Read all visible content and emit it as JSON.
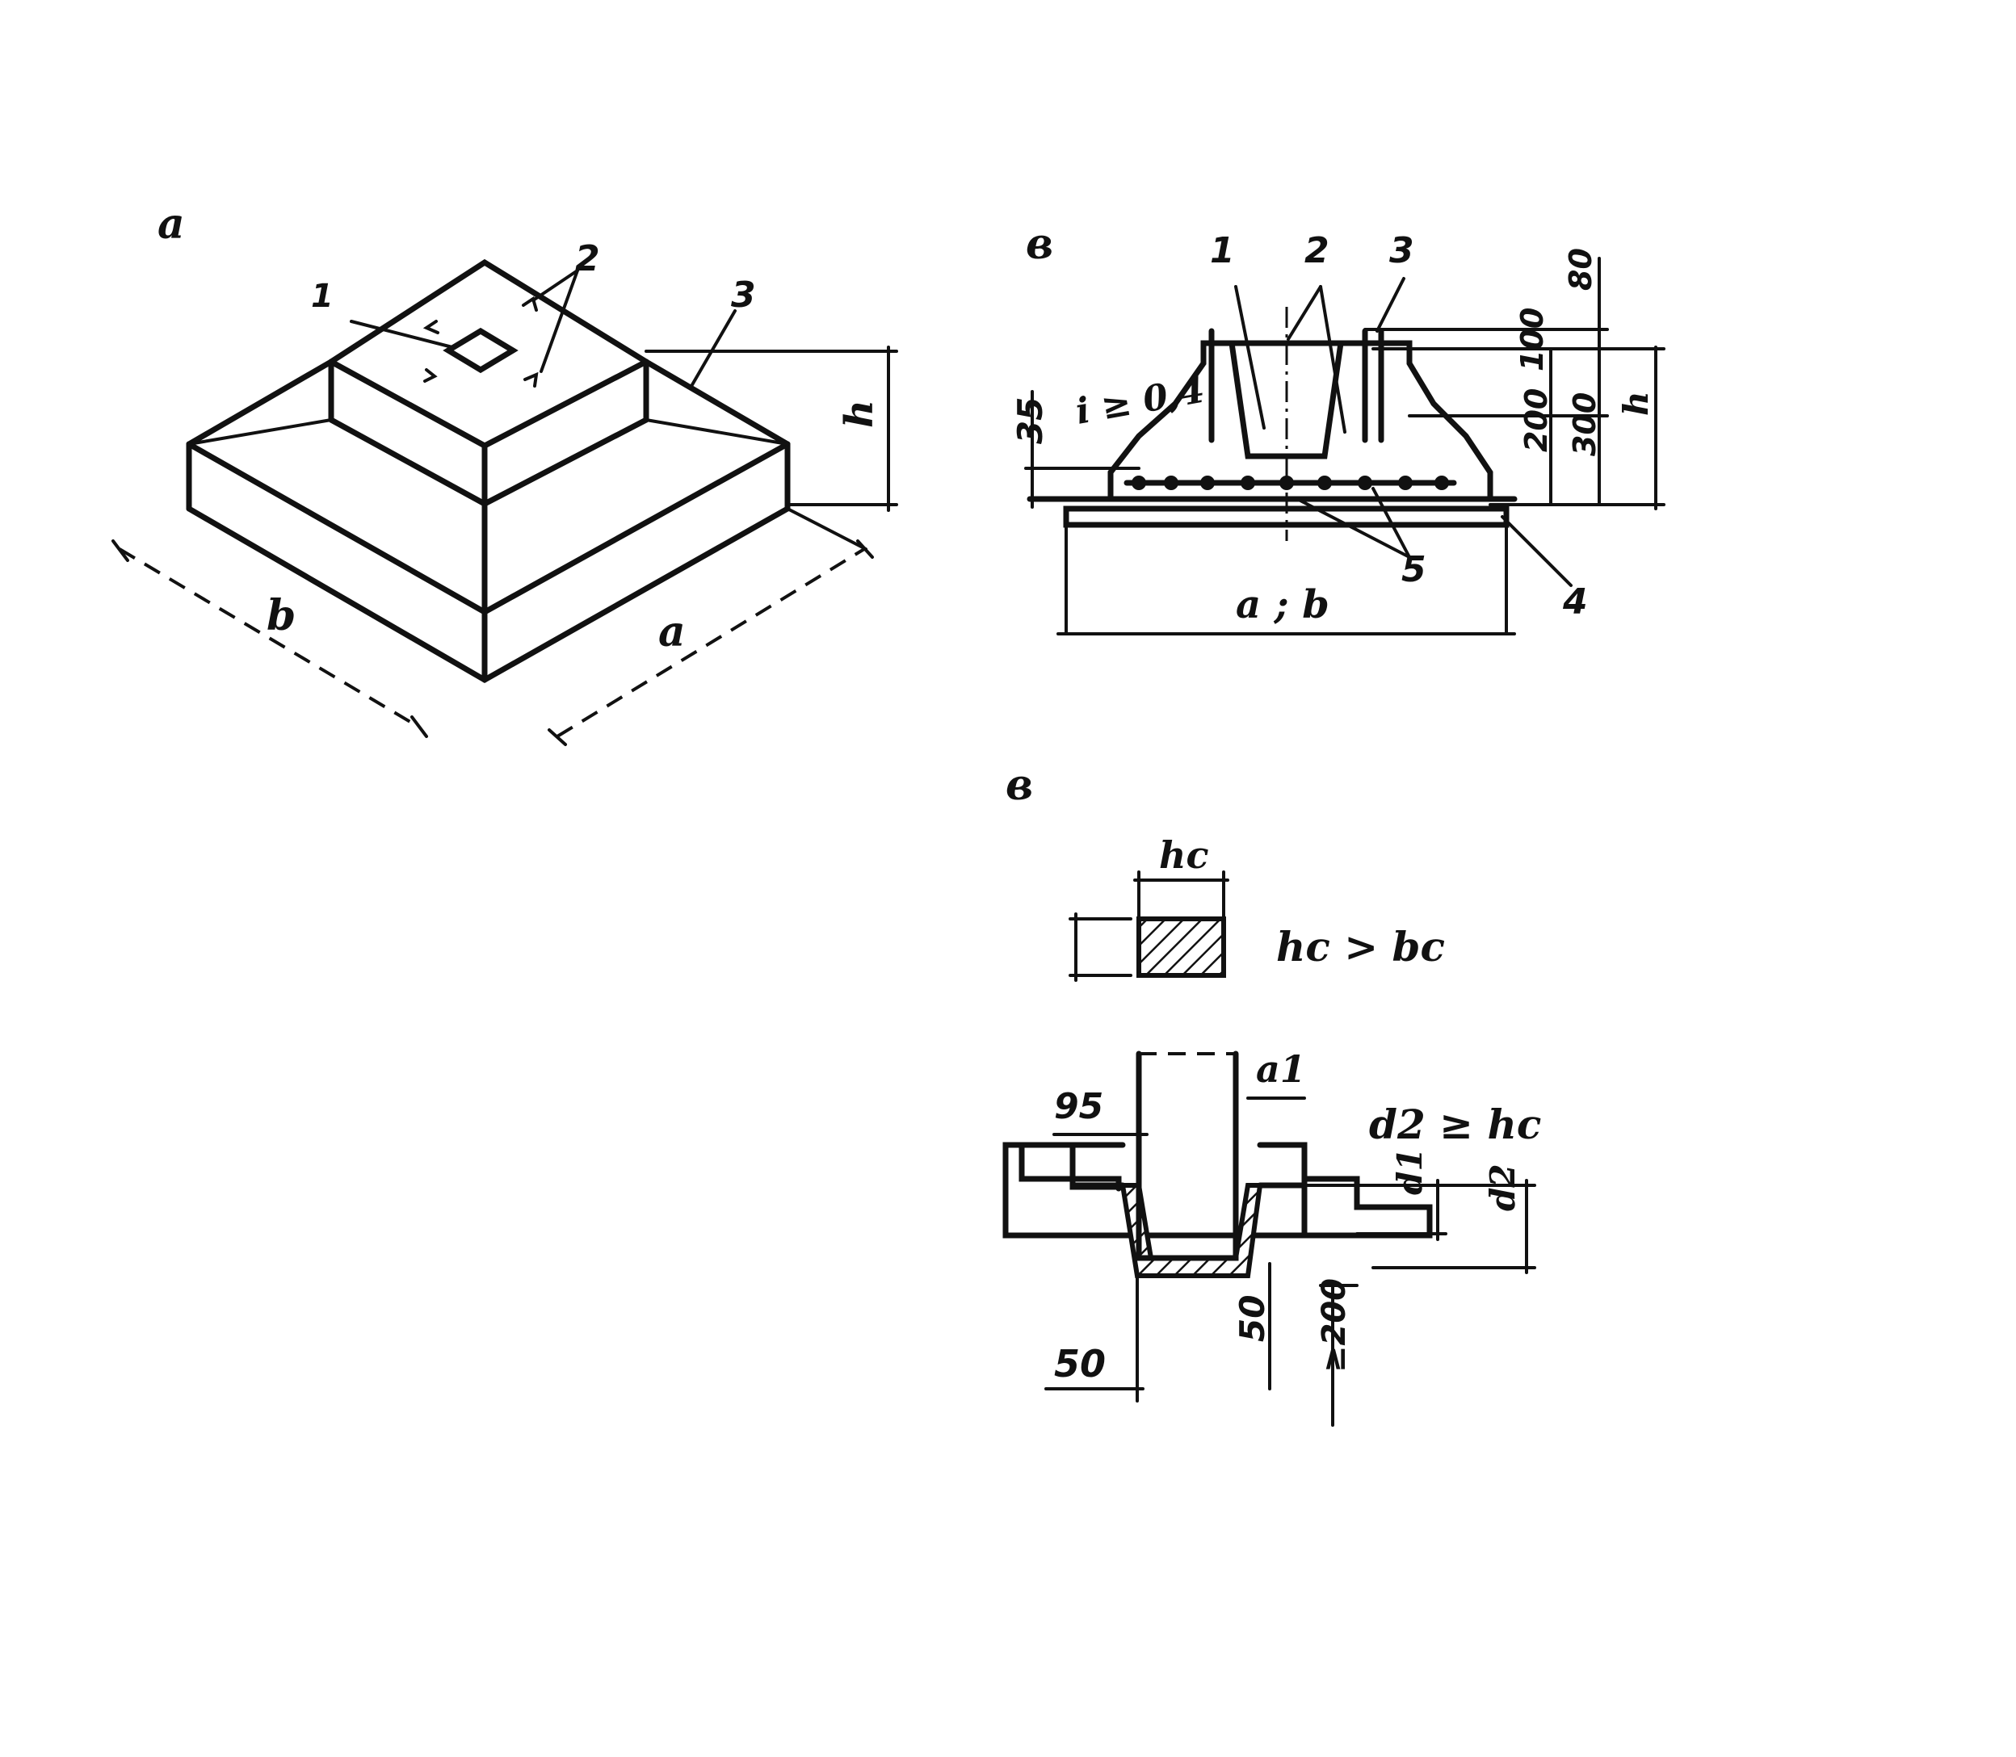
{
  "figure": {
    "panel_a": {
      "label": "a",
      "callouts": [
        "1",
        "2",
        "3"
      ],
      "dim_h": "h",
      "dim_b": "b",
      "dim_a": "a"
    },
    "panel_b": {
      "label": "в",
      "callouts": [
        "1",
        "2",
        "3",
        "4",
        "5"
      ],
      "slope": "i ≥ 0,4",
      "dim_35": "35",
      "dim_80": "80",
      "dim_100": "100",
      "dim_200": "200",
      "dim_300": "300",
      "dim_h": "h",
      "dim_ab": "a ; b"
    },
    "panel_c": {
      "label": "в",
      "dim_hc": "hc",
      "condition_1": "hc > bc",
      "dim_95": "95",
      "dim_a1": "a1",
      "condition_2": "d2 ≥ hc",
      "dim_d1": "d1",
      "dim_d2": "d2",
      "dim_50_left": "50",
      "dim_50_right": "50",
      "dim_200": "≥200"
    }
  }
}
